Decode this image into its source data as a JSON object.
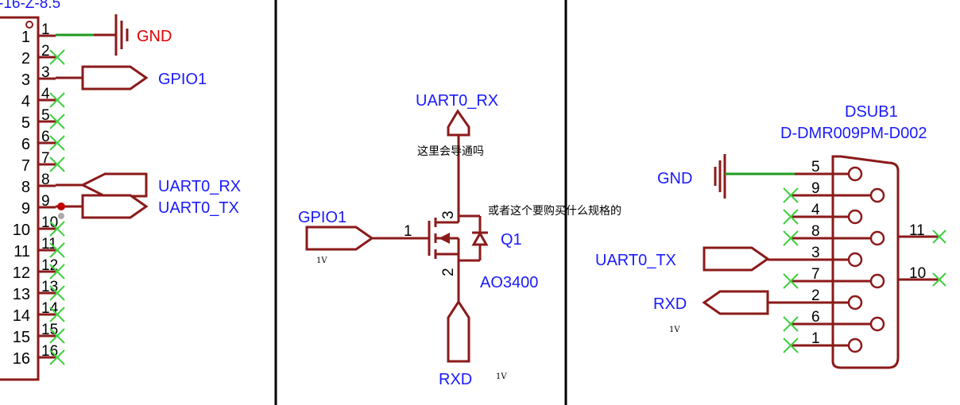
{
  "left_connector": {
    "part_label": "-16-Z-8.5",
    "left_pins": [
      "1",
      "2",
      "3",
      "4",
      "5",
      "6",
      "7",
      "8",
      "9",
      "10",
      "11",
      "12",
      "13",
      "14",
      "15",
      "16"
    ],
    "inner_pins": [
      "1",
      "2",
      "3",
      "4",
      "5",
      "6",
      "7",
      "8",
      "9",
      "10",
      "11",
      "12",
      "13",
      "14",
      "15",
      "16"
    ],
    "nets": {
      "gnd": "GND",
      "gpio": "GPIO1",
      "rx": "UART0_RX",
      "tx": "UART0_TX"
    }
  },
  "mosfet": {
    "top_net": "UART0_RX",
    "question1": "这里会导通吗",
    "question2": "或者这个要购买什么规格的",
    "gate_net": "GPIO1",
    "gate_pin": "1",
    "drain_pin": "3",
    "source_pin": "2",
    "ref": "Q1",
    "value": "AO3400",
    "bottom_net": "RXD",
    "voltage_marks": [
      "1V",
      "1V"
    ]
  },
  "dsub": {
    "ref": "DSUB1",
    "part": "D-DMR009PM-D002",
    "gnd_net": "GND",
    "tx_net": "UART0_TX",
    "rxd_net": "RXD",
    "pins": [
      "5",
      "9",
      "4",
      "8",
      "3",
      "7",
      "2",
      "6",
      "1"
    ],
    "right_pins": [
      "11",
      "10"
    ],
    "voltage_mark": "1V"
  }
}
